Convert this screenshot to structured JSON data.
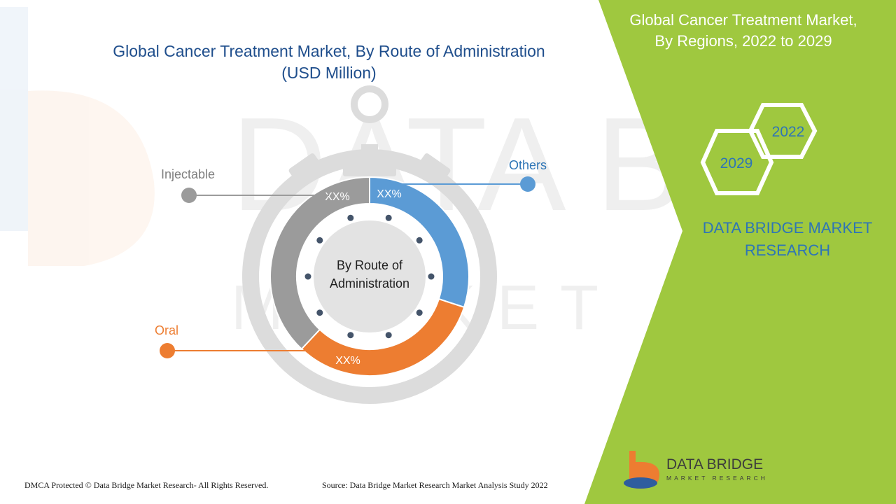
{
  "title": {
    "line1": "Global Cancer Treatment Market, By Route of Administration",
    "line2": "(USD Million)"
  },
  "right_panel": {
    "title_line1": "Global Cancer Treatment Market,",
    "title_line2": "By Regions, 2022 to 2029",
    "hex_year_a": "2022",
    "hex_year_b": "2029",
    "brand_line1": "DATA BRIDGE MARKET",
    "brand_line2": "RESEARCH"
  },
  "watermark": {
    "line1": "DATA BRIDGE",
    "line2": "MARKET RESEARCH"
  },
  "logo": {
    "line1": "DATA BRIDGE",
    "line2": "MARKET RESEARCH"
  },
  "footer": {
    "left": "DMCA Protected © Data Bridge Market Research- All Rights Reserved.",
    "right": "Source: Data Bridge Market Research Market Analysis Study 2022"
  },
  "colors": {
    "green": "#9fc83f",
    "injectable": "#9b9b9b",
    "others": "#5b9bd5",
    "oral": "#ed7d31",
    "ring_gray": "#e3e3e3",
    "dot": "#44546a"
  },
  "chart_data": {
    "type": "pie",
    "title": "Global Cancer Treatment Market, By Route of Administration (USD Million)",
    "center_label_line1": "By Route of",
    "center_label_line2": "Administration",
    "segments": [
      {
        "name": "Others",
        "label": "XX%",
        "share": 0.3,
        "color": "#5b9bd5"
      },
      {
        "name": "Oral",
        "label": "XX%",
        "share": 0.32,
        "color": "#ed7d31"
      },
      {
        "name": "Injectable",
        "label": "XX%",
        "share": 0.38,
        "color": "#9b9b9b"
      }
    ]
  }
}
